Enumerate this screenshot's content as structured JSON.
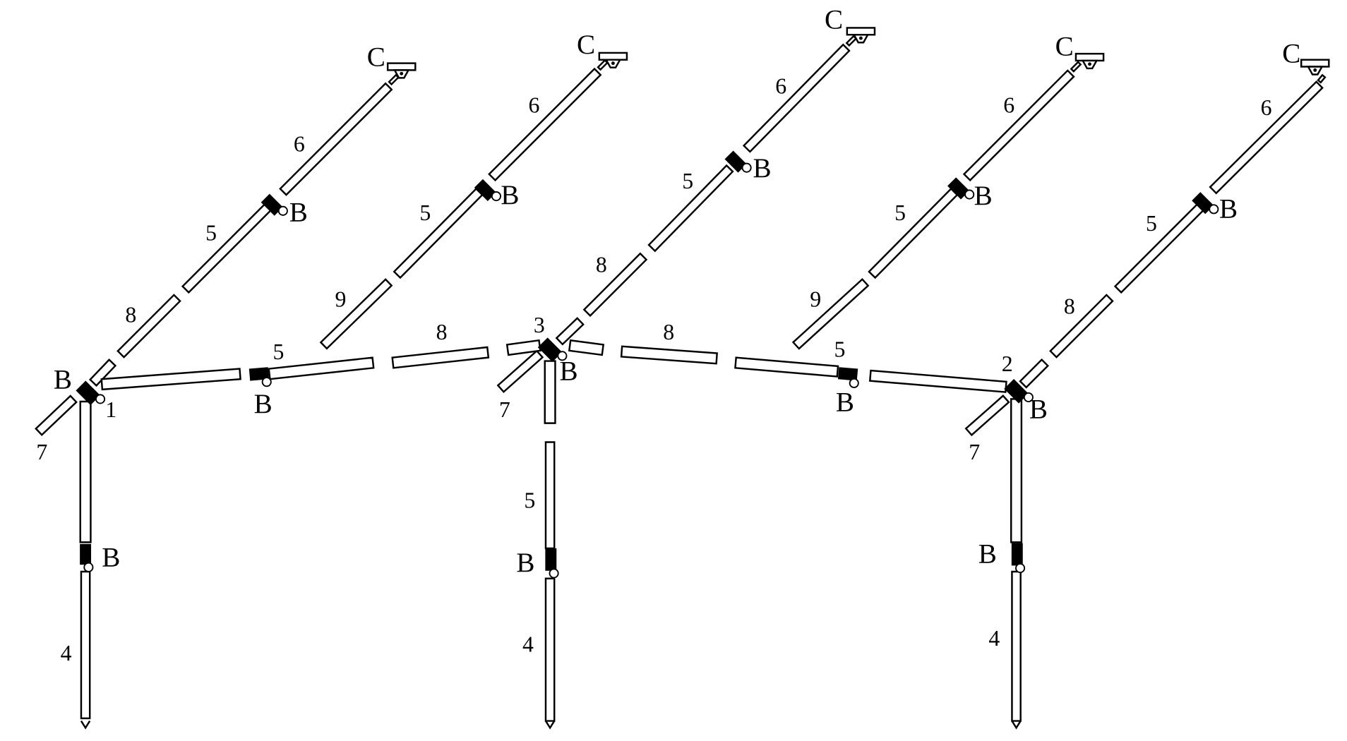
{
  "diagram": {
    "title": "",
    "colors": {
      "line": "#000000",
      "joint": "#000000",
      "background": "#ffffff"
    },
    "labels": {
      "B": "B",
      "C": "C",
      "n1": "1",
      "n2": "2",
      "n3": "3",
      "n4": "4",
      "n5": "5",
      "n6": "6",
      "n7": "7",
      "n8": "8",
      "n9": "9"
    }
  }
}
